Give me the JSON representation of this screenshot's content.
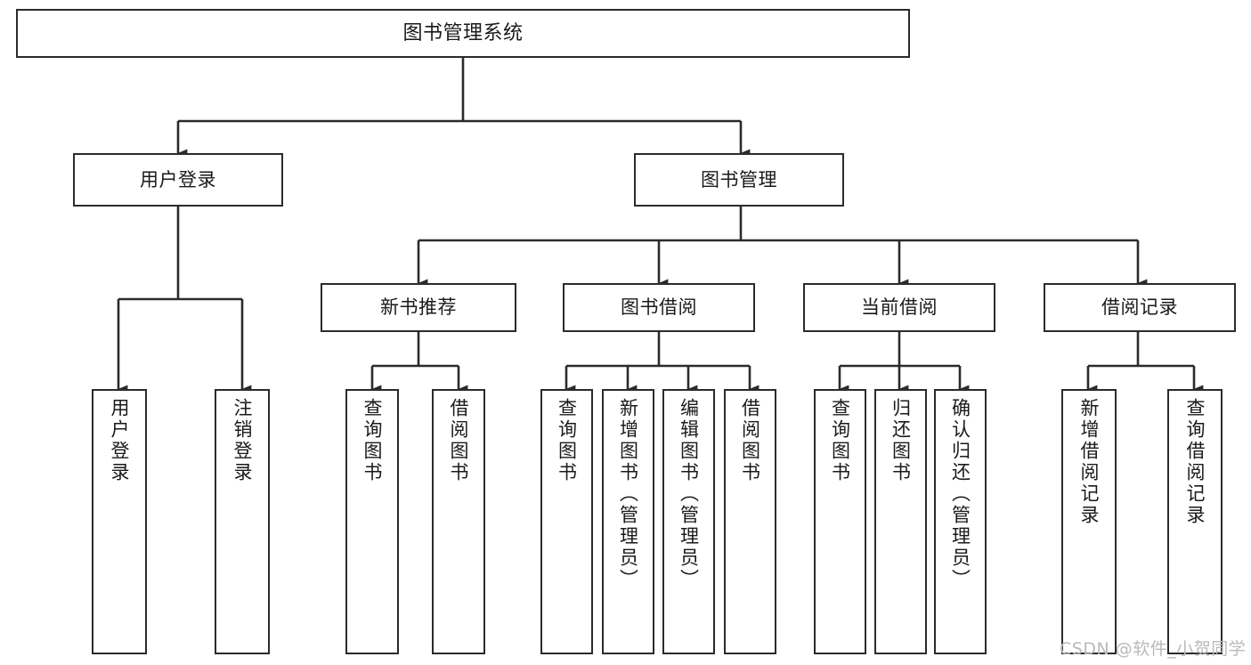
{
  "diagram": {
    "title": "图书管理系统",
    "type": "tree",
    "watermark": "CSDN @软件_小贺同学",
    "colors": {
      "stroke": "#2b2b2b",
      "node_fill": "#ffffff",
      "text": "#1a1a1a",
      "watermark": "#b9b9b9",
      "background": "#ffffff"
    },
    "levels": {
      "root": {
        "label": "图书管理系统"
      },
      "level1": [
        {
          "id": "user-login",
          "label": "用户登录"
        },
        {
          "id": "book-management",
          "label": "图书管理"
        }
      ],
      "level2": [
        {
          "id": "new-book-recommend",
          "label": "新书推荐",
          "parent": "book-management"
        },
        {
          "id": "book-borrow",
          "label": "图书借阅",
          "parent": "book-management"
        },
        {
          "id": "current-borrow",
          "label": "当前借阅",
          "parent": "book-management"
        },
        {
          "id": "borrow-record",
          "label": "借阅记录",
          "parent": "book-management"
        }
      ],
      "leaves": {
        "user_login": [
          {
            "id": "leaf-user-login",
            "label": "用户登录"
          },
          {
            "id": "leaf-logout",
            "label": "注销登录"
          }
        ],
        "new_book_recommend": [
          {
            "id": "leaf-query-book-1",
            "label": "查询图书"
          },
          {
            "id": "leaf-borrow-book-1",
            "label": "借阅图书"
          }
        ],
        "book_borrow": [
          {
            "id": "leaf-query-book-2",
            "label": "查询图书"
          },
          {
            "id": "leaf-add-book",
            "label": "新增图书（管理员）"
          },
          {
            "id": "leaf-edit-book",
            "label": "编辑图书（管理员）"
          },
          {
            "id": "leaf-borrow-book-2",
            "label": "借阅图书"
          }
        ],
        "current_borrow": [
          {
            "id": "leaf-query-book-3",
            "label": "查询图书"
          },
          {
            "id": "leaf-return-book",
            "label": "归还图书"
          },
          {
            "id": "leaf-confirm-return",
            "label": "确认归还（管理员）"
          }
        ],
        "borrow_record": [
          {
            "id": "leaf-add-record",
            "label": "新增借阅记录"
          },
          {
            "id": "leaf-query-record",
            "label": "查询借阅记录"
          }
        ]
      }
    }
  }
}
